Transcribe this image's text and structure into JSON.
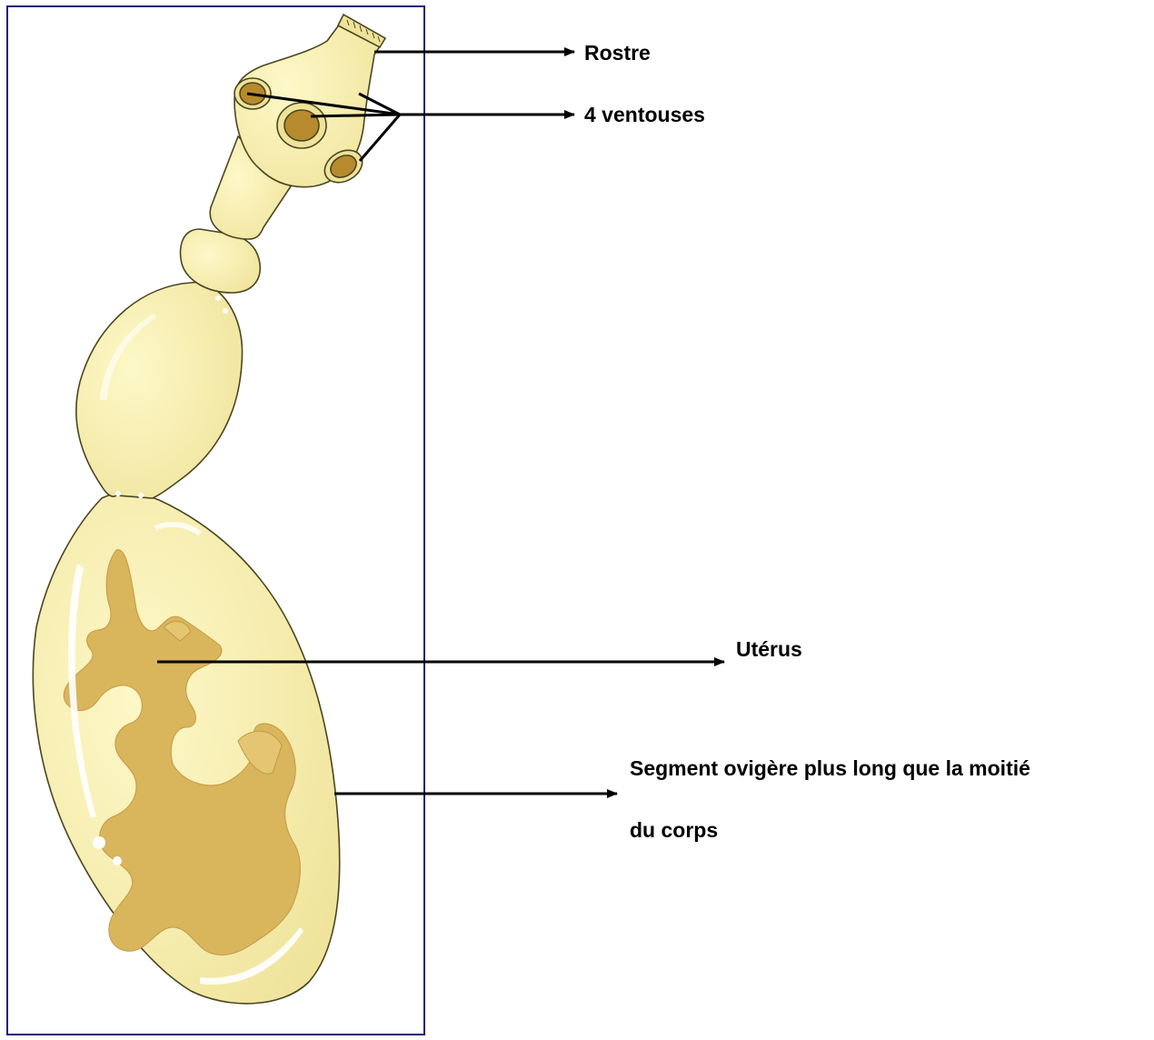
{
  "labels": {
    "rostre": "Rostre",
    "ventouses": "4 ventouses",
    "uterus": "Utérus",
    "segment_line1": "Segment ovigère plus long que la moitié",
    "segment_line2": "du corps"
  },
  "colors": {
    "frame": "#1a1a7a",
    "body_fill": "#f7f0b0",
    "body_outline": "#4a4620",
    "uterus_fill": "#d9b55c",
    "sucker_fill": "#b88a2e",
    "label_text": "#000000",
    "arrow": "#000000"
  }
}
